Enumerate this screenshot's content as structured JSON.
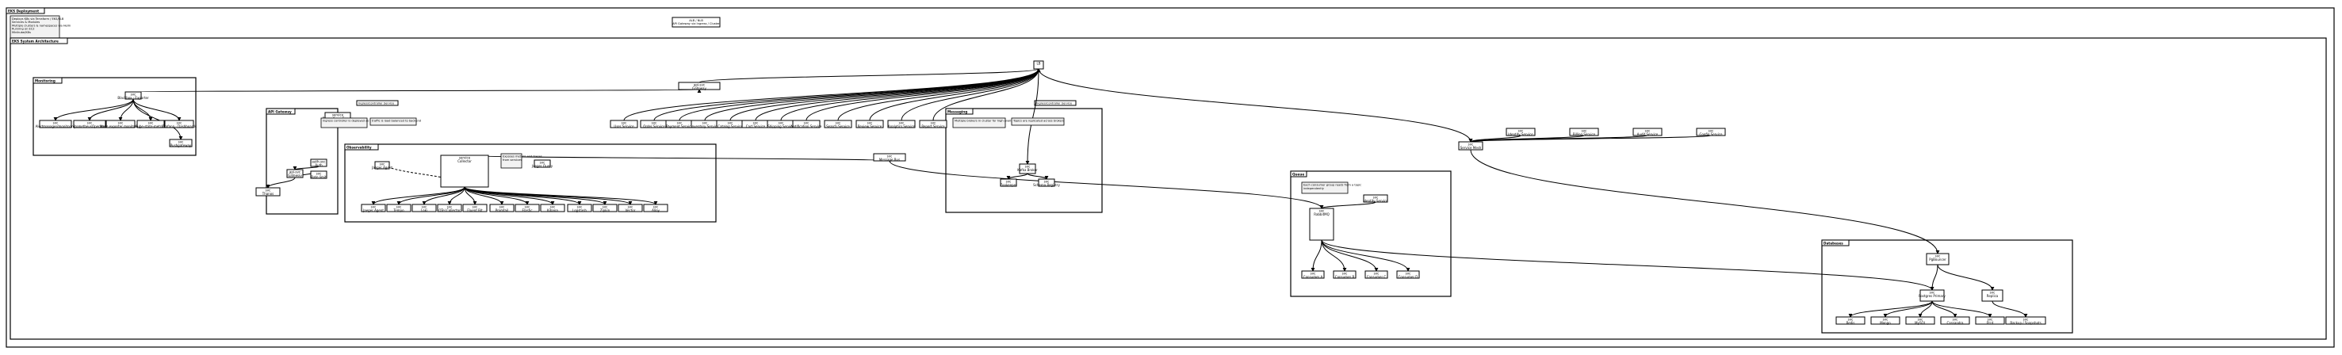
{
  "diagram": {
    "outer_title": "EKS Deployment",
    "top_note": "Deploys K8s via Terraform / EKS/ELB\nServices & Modules\nMultiple clusters & namespaces via Helm\nRunning on EC2\nMinikube/K8s",
    "arch_title": "EKS System Architecture",
    "center_top_box": "ALB / NLB\nAPI Gateway via Ingress / Cluster",
    "packages": {
      "monitoring": "Monitoring",
      "api_gateway": "API Gateway",
      "observability": "Observability",
      "messaging": "Messaging",
      "queue": "Queue",
      "databases": "Databases",
      "ingress_a": "IngressController Service",
      "ingress_b": "IngressController Service"
    },
    "monitoring_nodes": [
      "service\nPrometheus Server",
      "svc\nAlertmanager/monitoring",
      "svc\nPrometheusOperator",
      "svc\nNode exporter monitoring",
      "svc\nkube-state-metrics",
      "svc\nGrafana - Dashboards",
      "svc\nBlackbox - Exporter",
      "svc\nPushgateway"
    ],
    "mon_bottom": "svc\nThanos",
    "api_notes": [
      "ingress controller is deployed as load balancer",
      "traffic is load balanced to backend"
    ],
    "api_nodes": [
      "api-svc\nGateway",
      "auth-svc\nAuth",
      "svc\nRate limit"
    ],
    "obs_main": "service\nCollector",
    "obs_note": "Exposes metrics and traces\nfrom services",
    "obs_nodes": [
      "svc\nJaeger Query",
      "svc\nJaeger Agent",
      "svc\nTempo",
      "svc\nLoki",
      "svc\nOTel Collector",
      "svc\nFluent Bit",
      "svc\nPromtail",
      "svc\nElastic",
      "svc\nKibana",
      "svc\nLogstash",
      "svc\nZipkin",
      "svc\nVector",
      "svc\nAlloy"
    ],
    "msg_notes": [
      "Multiple brokers in cluster for high availability",
      "Topics are replicated across brokers"
    ],
    "msg_nodes": [
      "svc\nKafka Broker",
      "svc\nZookeeper",
      "svc\nSchema Registry"
    ],
    "center_hub": "svc\nMessage Bus",
    "queue_note": "Each consumer group reads from a topic\nindependently",
    "queue_main": "svc\nRabbitMQ",
    "queue_nodes": [
      "svc\nConsumer A",
      "svc\nConsumer B",
      "svc\nConsumer C",
      "svc\nConsumer D"
    ],
    "db_main": "svc\nPgBouncer",
    "db_mid": "svc\nPostgres Primary",
    "db_replica": "svc\nReplica",
    "db_nodes": [
      "svc\nRedis",
      "svc\nMongo",
      "svc\nMySQL",
      "svc\nCassandra",
      "svc\nEtcd"
    ],
    "db_bottom": "svc\nBackup / Snapshots",
    "top_right_hub": "LB",
    "right_hub": "svc\nService Mesh",
    "service_row": [
      "svc\nUser Service",
      "svc\nOrder Service",
      "svc\nPayment Service",
      "svc\nInventory Service",
      "svc\nCatalog Service",
      "svc\nCart Service",
      "svc\nShipping Service",
      "svc\nNotification Service",
      "svc\nSearch Service",
      "svc\nReview Service",
      "svc\nAnalytics Service",
      "svc\nReport Service"
    ],
    "right_nodes": [
      "svc\nIdentity Service",
      "svc\nBilling Service",
      "svc\nAudit Service",
      "svc\nConfig Service"
    ]
  }
}
